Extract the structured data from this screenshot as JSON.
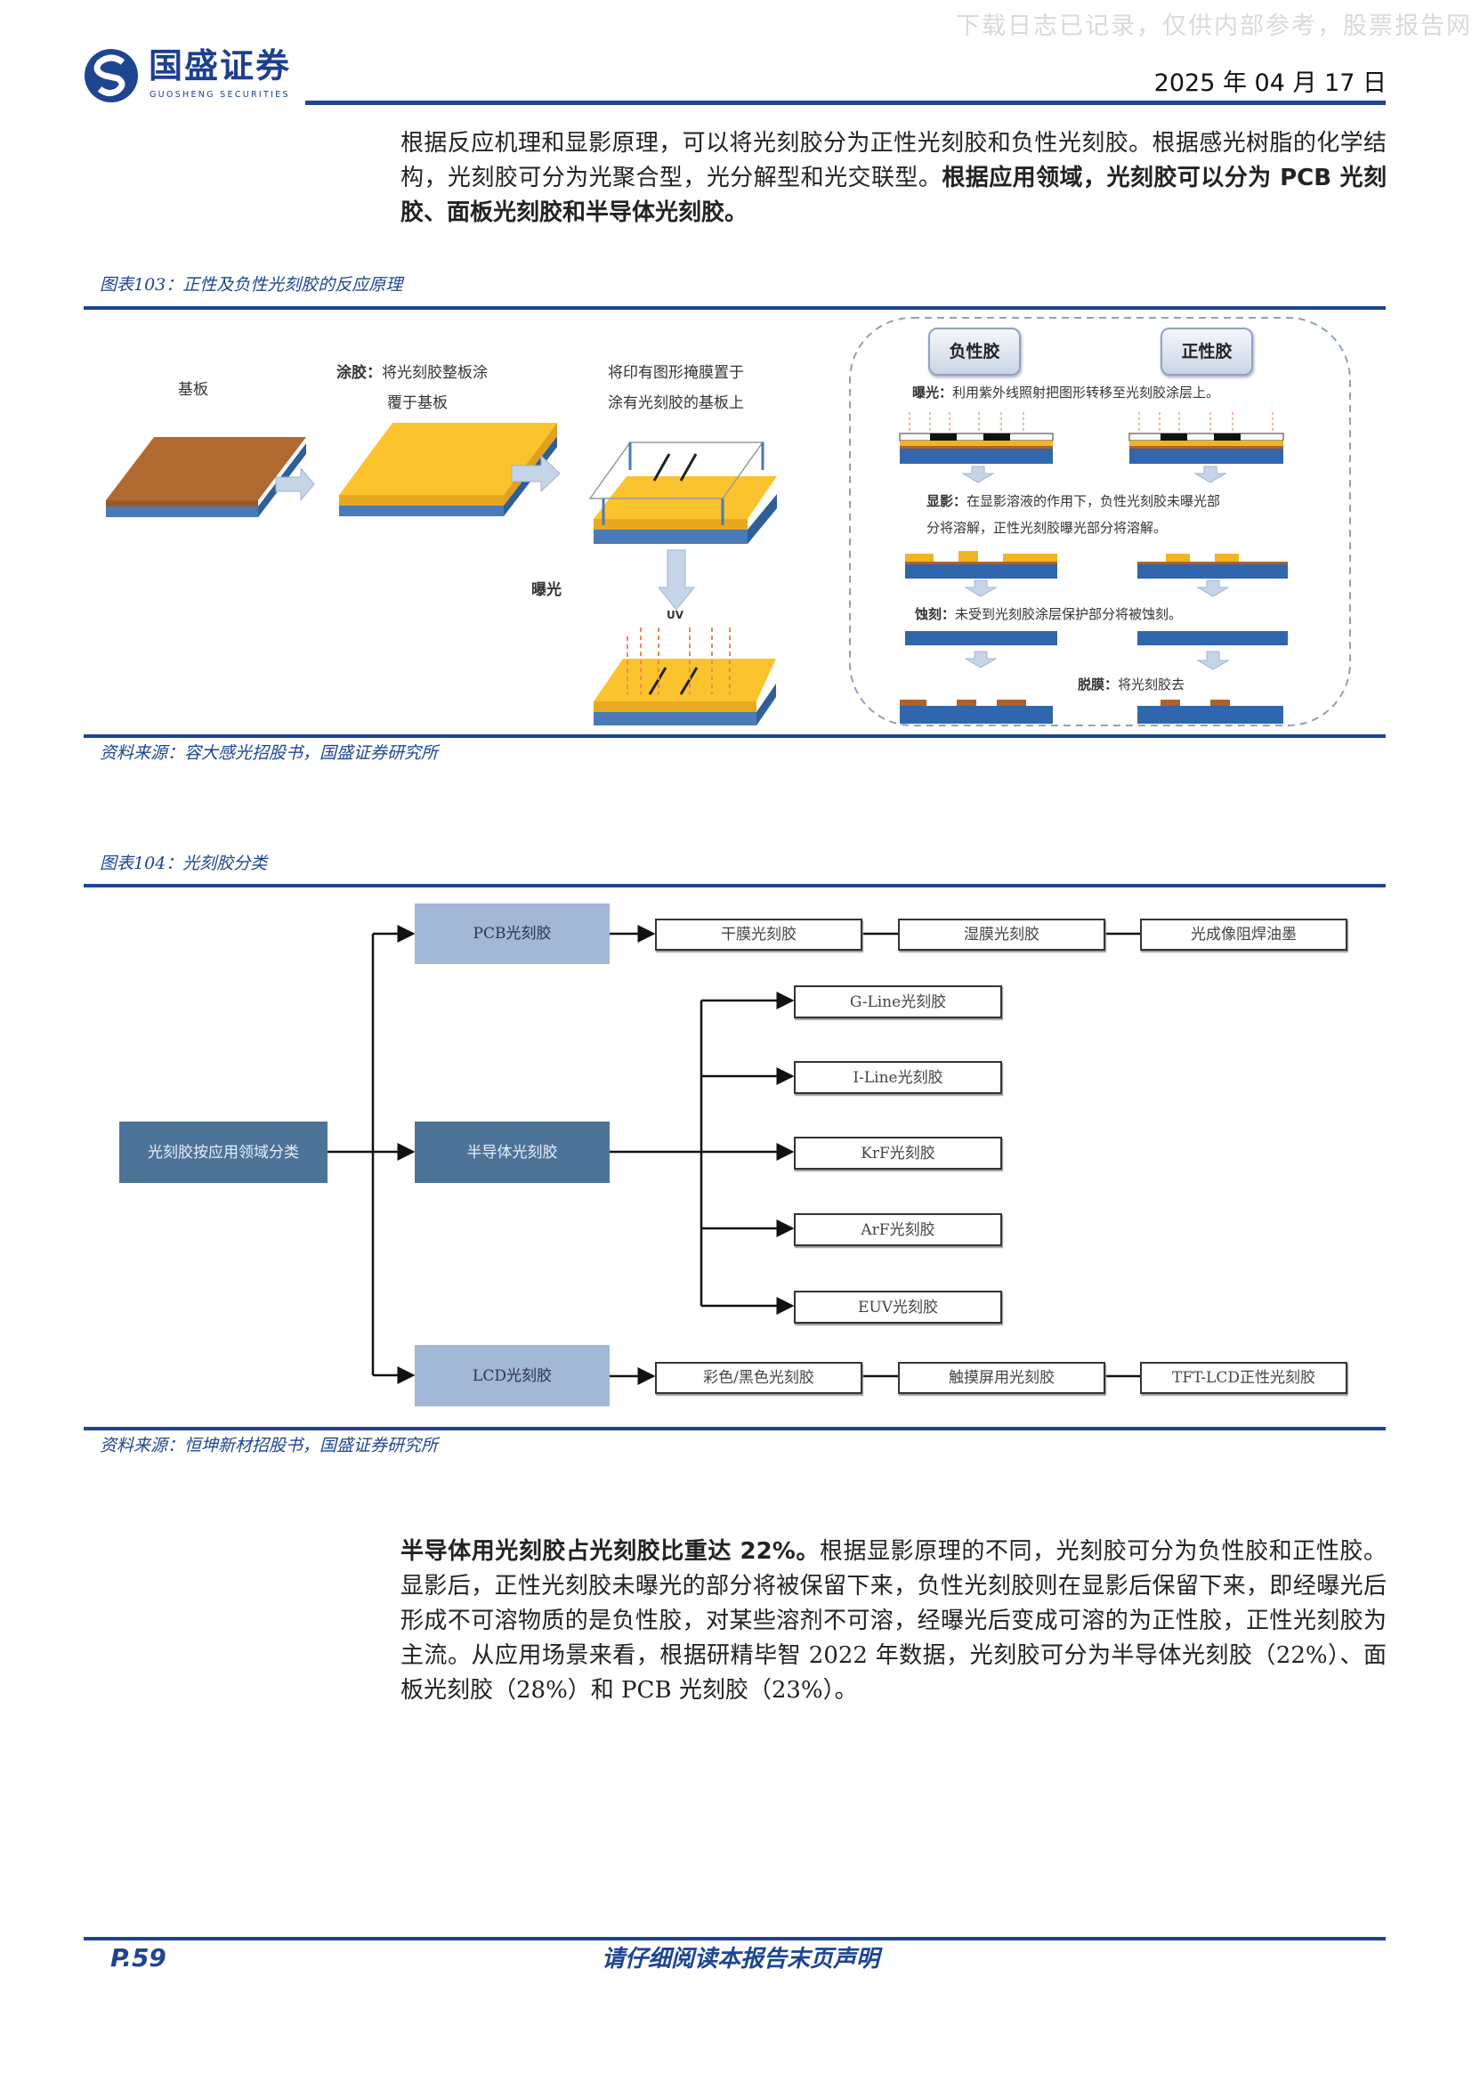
{
  "header": {
    "watermark": "下载日志已记录，仅供内部参考，股票报告网",
    "logo_cn": "国盛证券",
    "logo_en": "GUOSHENG SECURITIES",
    "date": "2025 年 04 月 17 日"
  },
  "intro": {
    "text_plain": "根据反应机理和显影原理，可以将光刻胶分为正性光刻胶和负性光刻胶。根据感光树脂的化学结构，光刻胶可分为光聚合型，光分解型和光交联型。",
    "text_bold": "根据应用领域，光刻胶可以分为 PCB 光刻胶、面板光刻胶和半导体光刻胶。"
  },
  "figure103": {
    "caption": "图表103：正性及负性光刻胶的反应原理",
    "source": "资料来源：容大感光招股书，国盛证券研究所",
    "left": {
      "substrate_label": "基板",
      "coating_bold": "涂胶：",
      "coating_text1": "将光刻胶整板涂",
      "coating_text2": "覆于基板",
      "mask_text1": "将印有图形掩膜置于",
      "mask_text2": "涂有光刻胶的基板上",
      "exposure_label": "曝光",
      "uv_label": "UV"
    },
    "right": {
      "negative_label": "负性胶",
      "positive_label": "正性胶",
      "exposure_bold": "曝光：",
      "exposure_text": "利用紫外线照射把图形转移至光刻胶涂层上。",
      "develop_bold": "显影：",
      "develop_text1": "在显影溶液的作用下，负性光刻胶未曝光部",
      "develop_text2": "分将溶解，正性光刻胶曝光部分将溶解。",
      "etch_bold": "蚀刻：",
      "etch_text": "未受到光刻胶涂层保护部分将被蚀刻。",
      "strip_bold": "脱膜：",
      "strip_text": "将光刻胶去"
    }
  },
  "figure104": {
    "caption": "图表104：光刻胶分类",
    "source": "资料来源：恒坤新材招股书，国盛证券研究所",
    "root": "光刻胶按应用领域分类",
    "pcb": {
      "label": "PCB光刻胶",
      "children": [
        "干膜光刻胶",
        "湿膜光刻胶",
        "光成像阻焊油墨"
      ]
    },
    "semi": {
      "label": "半导体光刻胶",
      "children": [
        "G-Line光刻胶",
        "I-Line光刻胶",
        "KrF光刻胶",
        "ArF光刻胶",
        "EUV光刻胶"
      ]
    },
    "lcd": {
      "label": "LCD光刻胶",
      "children": [
        "彩色/黑色光刻胶",
        "触摸屏用光刻胶",
        "TFT-LCD正性光刻胶"
      ]
    }
  },
  "body2": {
    "bold": "半导体用光刻胶占光刻胶比重达 22%。",
    "text": "根据显影原理的不同，光刻胶可分为负性胶和正性胶。显影后，正性光刻胶未曝光的部分将被保留下来，负性光刻胶则在显影后保留下来，即经曝光后形成不可溶物质的是负性胶，对某些溶剂不可溶，经曝光后变成可溶的为正性胶，正性光刻胶为主流。从应用场景来看，根据研精毕智 2022 年数据，光刻胶可分为半导体光刻胶（22%）、面板光刻胶（28%）和 PCB 光刻胶（23%）。"
  },
  "footer": {
    "page": "P.59",
    "disclaimer": "请仔细阅读本报告末页声明"
  },
  "colors": {
    "brand": "#1d4591",
    "box_dark": "#4e7399",
    "box_light": "#a3b7d6"
  }
}
